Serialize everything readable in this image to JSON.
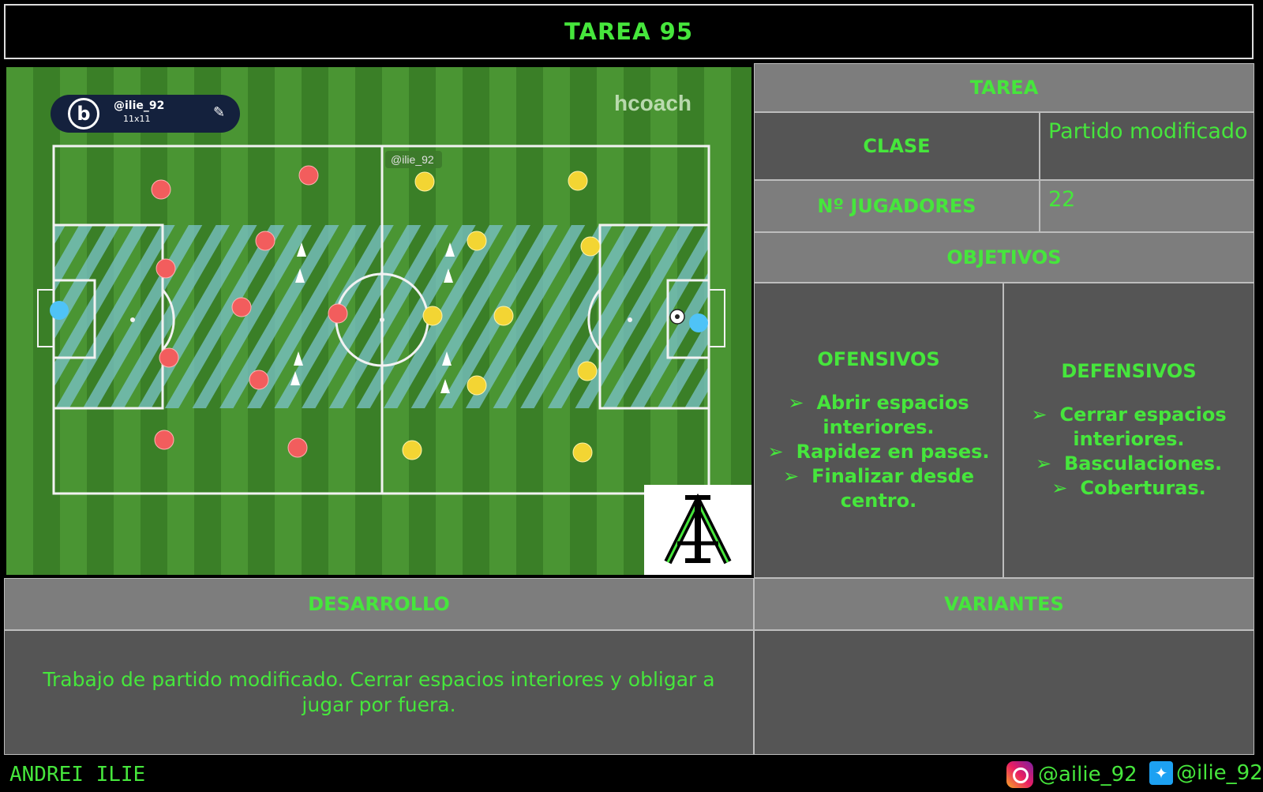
{
  "title": "TAREA 95",
  "pitch": {
    "watermark": "hcoach",
    "badge_user": "@ilie_92",
    "badge_format": "11x11",
    "center_tag": "@ilie_92"
  },
  "sheet": {
    "tarea_label": "TAREA",
    "clase_label": "CLASE",
    "clase_value": "Partido modificado",
    "jugadores_label": "Nº JUGADORES",
    "jugadores_value": "22",
    "objetivos_label": "OBJETIVOS",
    "ofensivos_title": "OFENSIVOS",
    "ofensivos_items": [
      "Abrir espacios interiores.",
      "Rapidez en pases.",
      "Finalizar desde centro."
    ],
    "defensivos_title": "DEFENSIVOS",
    "defensivos_items": [
      "Cerrar espacios interiores.",
      "Basculaciones.",
      "Coberturas."
    ],
    "desarrollo_label": "DESARROLLO",
    "desarrollo_text": "Trabajo de partido modificado. Cerrar espacios interiores y obligar a jugar por fuera.",
    "variantes_label": "VARIANTES",
    "variantes_text": ""
  },
  "footer": {
    "author": "ANDREI ILIE",
    "instagram": "@ailie_92",
    "twitter": "@ilie_92"
  },
  "colors": {
    "accent": "#46e63c",
    "team_red": "#f25d5d",
    "team_yellow": "#f3d533",
    "goalkeeper": "#4fc3f7"
  }
}
